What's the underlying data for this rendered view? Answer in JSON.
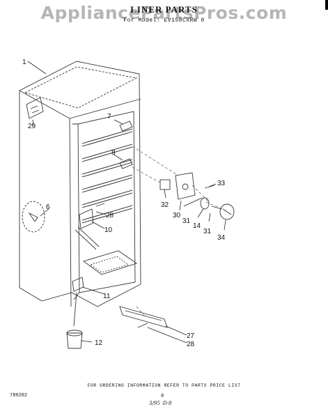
{
  "watermark": "AppliancePartsPros.com",
  "title": "LINER PARTS",
  "subtitle": "For Model: EV150CXRW 0",
  "callouts": {
    "c1": "1",
    "c29": "29",
    "c6": "6",
    "c7": "7",
    "c8": "8",
    "c28a": "28",
    "c10": "10",
    "c11": "11",
    "c12": "12",
    "c33": "33",
    "c32": "32",
    "c30": "30",
    "c31a": "31",
    "c14": "14",
    "c31b": "31",
    "c34": "34",
    "c27": "27",
    "c28b": "28"
  },
  "footer_note": "FOR ORDERING INFORMATION REFER TO PARTS PRICE LIST",
  "doc_number": "789202",
  "page_number": "8",
  "handwritten": "3/95 ·D·8"
}
